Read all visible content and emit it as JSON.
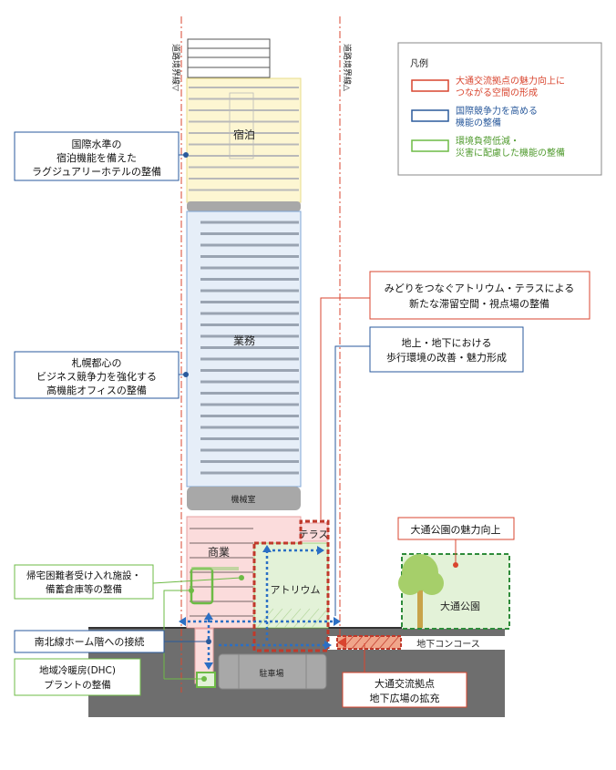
{
  "boundary": {
    "left_label": "道路境界線▽",
    "right_label": "道路境界線△"
  },
  "legend": {
    "title": "凡例",
    "items": [
      {
        "lines": [
          "大通交流拠点の魅力向上に",
          "つながる空間の形成"
        ],
        "color": "#d9452f"
      },
      {
        "lines": [
          "国際競争力を高める",
          "機能の整備"
        ],
        "color": "#2a5a9c"
      },
      {
        "lines": [
          "環境負荷低減・",
          "災害に配慮した機能の整備"
        ],
        "color": "#6dbb45"
      }
    ]
  },
  "zones": {
    "hotel": "宿泊",
    "office": "業務",
    "machine_room": "機械室",
    "commercial": "商業",
    "terrace": "テラス",
    "atrium": "アトリウム",
    "park": "大通公園",
    "parking": "駐車場",
    "concourse": "地下コンコース"
  },
  "callouts": {
    "hotel": [
      "国際水準の",
      "宿泊機能を備えた",
      "ラグジュアリーホテルの整備"
    ],
    "office": [
      "札幌都心の",
      "ビジネス競争力を強化する",
      "高機能オフィスの整備"
    ],
    "atrium": [
      "みどりをつなぐアトリウム・テラスによる",
      "新たな滞留空間・視点場の整備"
    ],
    "walk": [
      "地上・地下における",
      "歩行環境の改善・魅力形成"
    ],
    "park": [
      "大通公園の魅力向上"
    ],
    "shelter": [
      "帰宅困難者受け入れ施設・",
      "備蓄倉庫等の整備"
    ],
    "subway": [
      "南北線ホーム階への接続"
    ],
    "dhc": [
      "地域冷暖房(DHC)",
      "プラントの整備"
    ],
    "plaza": [
      "大通交流拠点",
      "地下広場の拡充"
    ]
  },
  "colors": {
    "red": "#d9452f",
    "blue": "#2a5a9c",
    "green": "#6dbb45",
    "hotel_fill": "#fdf6d2",
    "office_fill": "#e6eef8",
    "pink_fill": "#fbdcdc",
    "green_fill": "#e3f2d8",
    "gray_band": "#a8a8a8",
    "underground": "#6e6e6e"
  }
}
